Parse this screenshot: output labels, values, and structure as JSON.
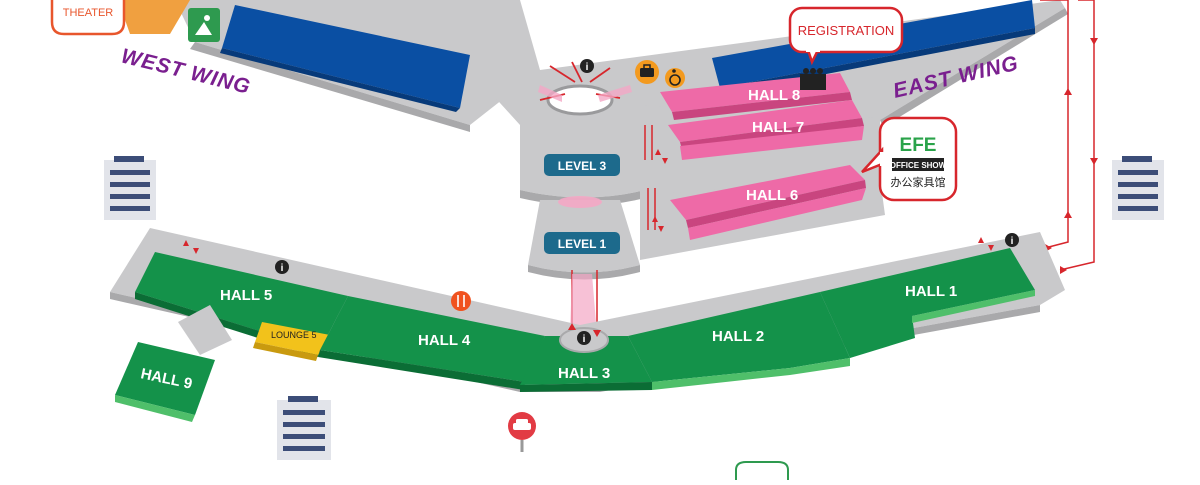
{
  "map": {
    "wings": {
      "west": "WEST WING",
      "east": "EAST WING"
    },
    "levels": {
      "level3": "LEVEL 3",
      "level1": "LEVEL 1"
    },
    "halls": {
      "hall1": "HALL 1",
      "hall2": "HALL 2",
      "hall3": "HALL 3",
      "hall4": "HALL 4",
      "hall5": "HALL 5",
      "hall6": "HALL 6",
      "hall7": "HALL 7",
      "hall8": "HALL 8",
      "hall9": "HALL 9"
    },
    "lounge": "LOUNGE 5",
    "callouts": {
      "theater": "THEATER",
      "registration": "REGISTRATION"
    },
    "office_show": {
      "logo": "EFE",
      "title": "OFFICE SHOW",
      "subtitle": "办公家具馆"
    },
    "colors": {
      "blue_hall": "#0a4fa3",
      "pink_hall": "#ee6aa7",
      "green_hall": "#14924a",
      "lounge": "#f2c21b",
      "floor": "#c9c9cb",
      "accent_red": "#d7262c",
      "wing_label": "#7a1f8f",
      "level_badge": "#1d6a8c",
      "theater_orange": "#f0a040"
    },
    "icons": [
      "info-icon",
      "restaurant-icon",
      "briefcase-icon",
      "accessibility-icon",
      "registration-desk-icon",
      "taxi-icon",
      "building-icon",
      "escalator-arrow-icon"
    ]
  }
}
